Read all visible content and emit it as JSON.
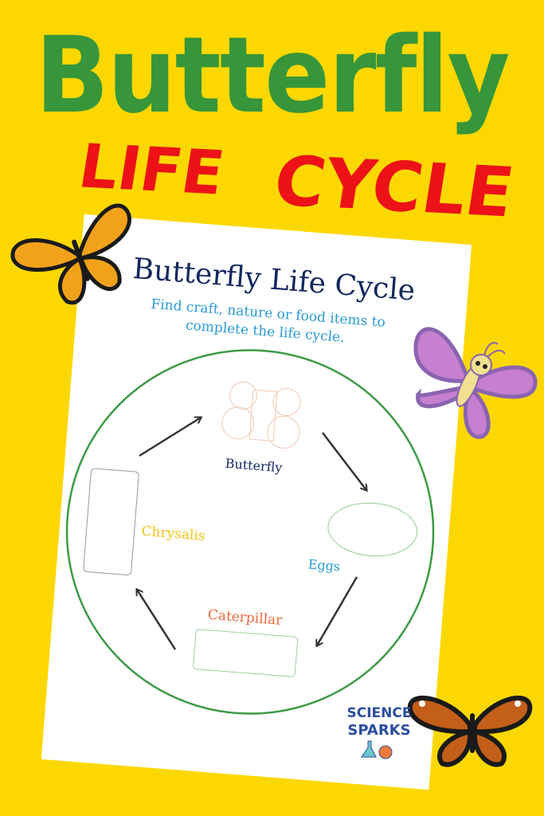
{
  "poster": {
    "headline_line1": "Butterfly",
    "headline_life": "LIFE",
    "headline_cycle": "CYCLE"
  },
  "worksheet": {
    "title": "Butterfly Life Cycle",
    "subtitle_line1": "Find craft, nature or food items to",
    "subtitle_line2": "complete the life cycle.",
    "stages": {
      "butterfly": "Butterfly",
      "eggs": "Eggs",
      "caterpillar": "Caterpillar",
      "chrysalis": "Chrysalis"
    }
  },
  "logo": {
    "line1": "SCIENCE",
    "line2": "SPARKS"
  },
  "colors": {
    "background": "#fdd800",
    "headline_green": "#37963a",
    "headline_red": "#ec1218",
    "title_navy": "#12275e",
    "subtitle_blue": "#2a9ad6",
    "circle_green": "#3d9a45",
    "chrysalis_label": "#f2c31b",
    "eggs_label": "#2a9ad6",
    "caterpillar_label": "#ec6a3c"
  }
}
